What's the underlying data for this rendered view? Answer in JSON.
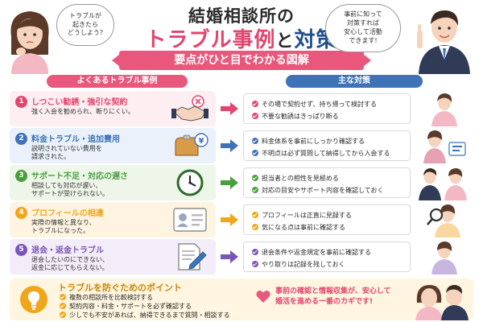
{
  "header": {
    "title_line1": "結婚相談所の",
    "title_line2_part1": "トラブル事例",
    "title_line2_part2": "と",
    "title_line2_part3": "対策",
    "subtitle": "要点がひと目でわかる図解",
    "bubble_left": "トラブルが\n起きたら\nどうしよう?",
    "bubble_right": "事前に知って\n対策すれば\n安心して活動\nできます!"
  },
  "columns": {
    "left_header": "よくあるトラブル事例",
    "right_header": "主な対策"
  },
  "rows": [
    {
      "number": "1",
      "title": "しつこい勧誘・強引な契約",
      "description": "強く入会を勧められ、断りにくい。",
      "icon": "handshake-icon",
      "measures": [
        "その場で契約せず、持ち帰って検討する",
        "不要な勧誘はきっぱり断る"
      ],
      "color": "#e2456e",
      "bg": "#fdeef1"
    },
    {
      "number": "2",
      "title": "料金トラブル・追加費用",
      "description": "説明されていない費用を\n請求された。",
      "icon": "wallet-icon",
      "measures": [
        "料金体系を事前にしっかり確認する",
        "不明点は必ず質問して納得してから入会する"
      ],
      "color": "#3e73b8",
      "bg": "#eaf1fa"
    },
    {
      "number": "3",
      "title": "サポート不足・対応の遅さ",
      "description": "相談しても対応が遅い、\nサポートが受けられない。",
      "icon": "clock-icon",
      "measures": [
        "担当者との相性を見極める",
        "対応の目安やサポート内容を確認しておく"
      ],
      "color": "#4a9e3f",
      "bg": "#edf6e9"
    },
    {
      "number": "4",
      "title": "プロフィールの相違",
      "description": "実際の情報と異なり、\nトラブルになった。",
      "icon": "profile-card-icon",
      "measures": [
        "プロフィールは正直に見録する",
        "気になる点は事前に確認する"
      ],
      "color": "#f0a61a",
      "bg": "#fff4e2"
    },
    {
      "number": "5",
      "title": "退会・返金トラブル",
      "description": "退会したいのにできない、\n返金に応じてもらえない。",
      "icon": "document-pen-icon",
      "measures": [
        "退会条件や返金規定を事前に確認する",
        "やり取りは記録を残しておく"
      ],
      "color": "#7a55b5",
      "bg": "#f2edf8"
    }
  ],
  "footer": {
    "title": "トラブルを防ぐためのポイント",
    "tips": [
      "複数の相談所を比較検討する",
      "契約内容・料金・サポートを必ず確認する",
      "少しでも不安があれば、納得できるまで質問・相談する"
    ],
    "closing": "事前の確認と情報収集が、安心して\n婚活を進める一番のカギです!",
    "accent": "#f0a61a"
  }
}
